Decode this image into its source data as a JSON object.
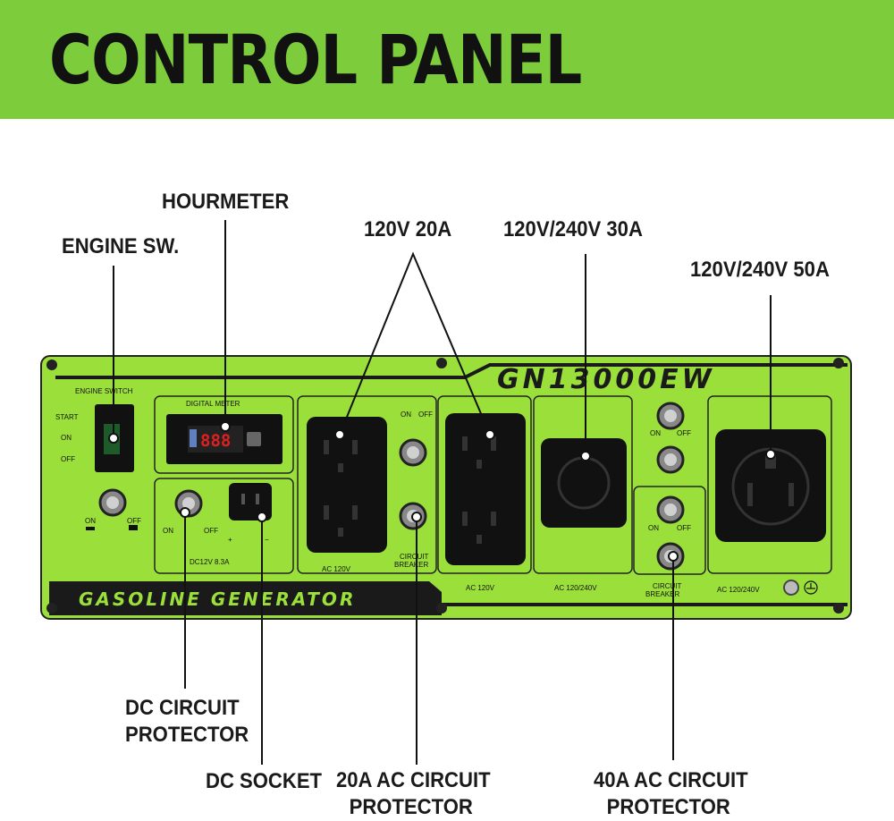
{
  "banner": {
    "title": "CONTROL PANEL"
  },
  "callouts": {
    "hourmeter": "HOURMETER",
    "engine_sw": "ENGINE SW.",
    "outlet_120v_20a": "120V 20A",
    "outlet_30a": "120V/240V 30A",
    "outlet_50a": "120V/240V 50A",
    "dc_circuit_line1": "DC CIRCUIT",
    "dc_circuit_line2": "PROTECTOR",
    "dc_socket": "DC SOCKET",
    "ac20_line1": "20A AC CIRCUIT",
    "ac20_line2": "PROTECTOR",
    "ac40_line1": "40A AC CIRCUIT",
    "ac40_line2": "PROTECTOR"
  },
  "panel": {
    "model": "GN13000EW",
    "brand_text": "GASOLINE GENERATOR",
    "engine_switch": "ENGINE SWITCH",
    "start": "START",
    "on": "ON",
    "off": "OFF",
    "digital_meter": "DIGITAL METER",
    "meter_display": "888",
    "dc_rating": "DC12V 8.3A",
    "plus": "+",
    "minus": "−",
    "circuit": "CIRCUIT",
    "breaker": "BREAKER",
    "ac_120v": "AC 120V",
    "ac_120v_left": "AC 120V",
    "ac_120_240": "AC 120/240V",
    "ac_120_240_b": "AC 120/240V"
  },
  "colors": {
    "banner": "#7ccc3c",
    "panel": "#9be03a",
    "panel_dark": "#1a1a1a",
    "meter_red": "#e02020"
  }
}
